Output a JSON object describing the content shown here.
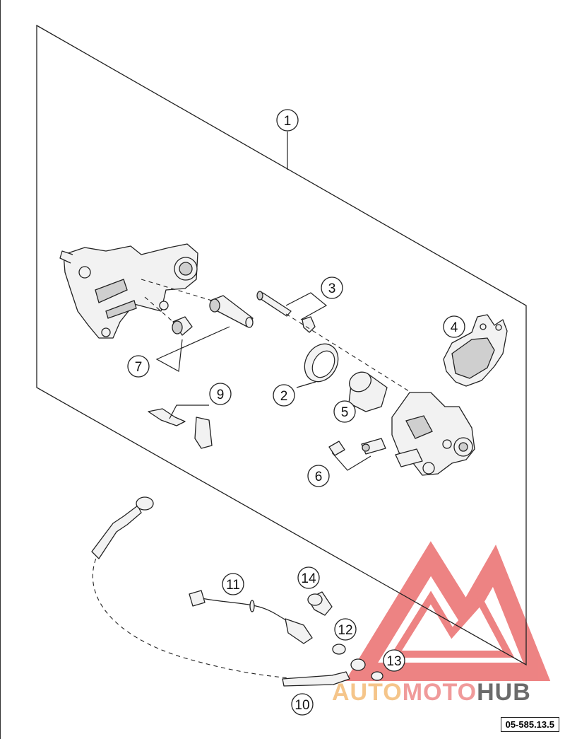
{
  "callouts": {
    "c1": "1",
    "c2": "2",
    "c3": "3",
    "c4": "4",
    "c5": "5",
    "c6": "6",
    "c7": "7",
    "c9": "9",
    "c10": "10",
    "c11": "11",
    "c12": "12",
    "c13": "13",
    "c14": "14"
  },
  "page_code": "05-585.13.5",
  "watermark": {
    "part1": "AUTO",
    "part2": "MOTO",
    "part3": "HUB",
    "colors": {
      "auto": "#f5c58a",
      "moto": "#f09a9a",
      "hub": "#6b6b6b",
      "triangle": "#e85a5a"
    }
  }
}
